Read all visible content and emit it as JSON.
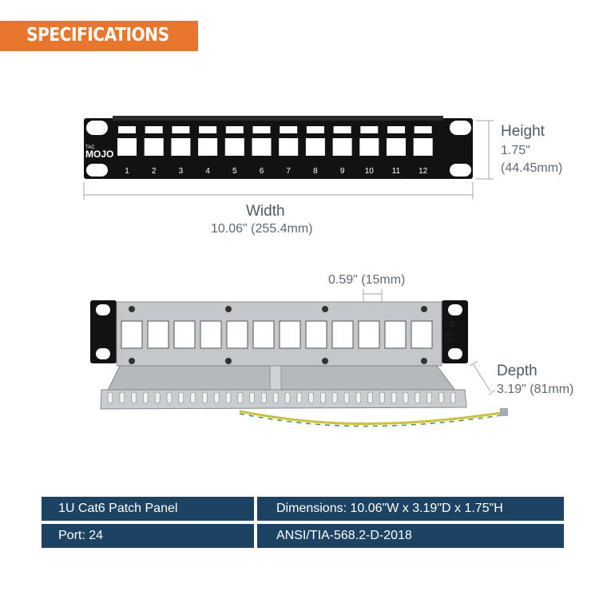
{
  "banner": {
    "title": "SPECIFICATIONS"
  },
  "brand": {
    "small": "TAC",
    "name": "MOJO"
  },
  "ports": [
    "1",
    "2",
    "3",
    "4",
    "5",
    "6",
    "7",
    "8",
    "9",
    "10",
    "11",
    "12"
  ],
  "dimensions": {
    "height_label": "Height",
    "height_in": "1.75\"",
    "height_mm": "(44.45mm)",
    "width_label": "Width",
    "width_value": "10.06\" (255.4mm)",
    "spacing_value": "0.59\" (15mm)",
    "depth_label": "Depth",
    "depth_value": "3.19\" (81mm)"
  },
  "marks": {
    "ce": "CE",
    "uk": "UK",
    "ca": "CA"
  },
  "specs": {
    "row1": {
      "left": "1U Cat6 Patch Panel",
      "right": "Dimensions: 10.06\"W x 3.19\"D x 1.75\"H"
    },
    "row2": {
      "left": "Port: 24",
      "right": "ANSI/TIA-568.2-D-2018"
    }
  },
  "colors": {
    "banner": "#e8762d",
    "table": "#1c4462",
    "panel": "#111111",
    "steel": "#b9bdbf"
  }
}
